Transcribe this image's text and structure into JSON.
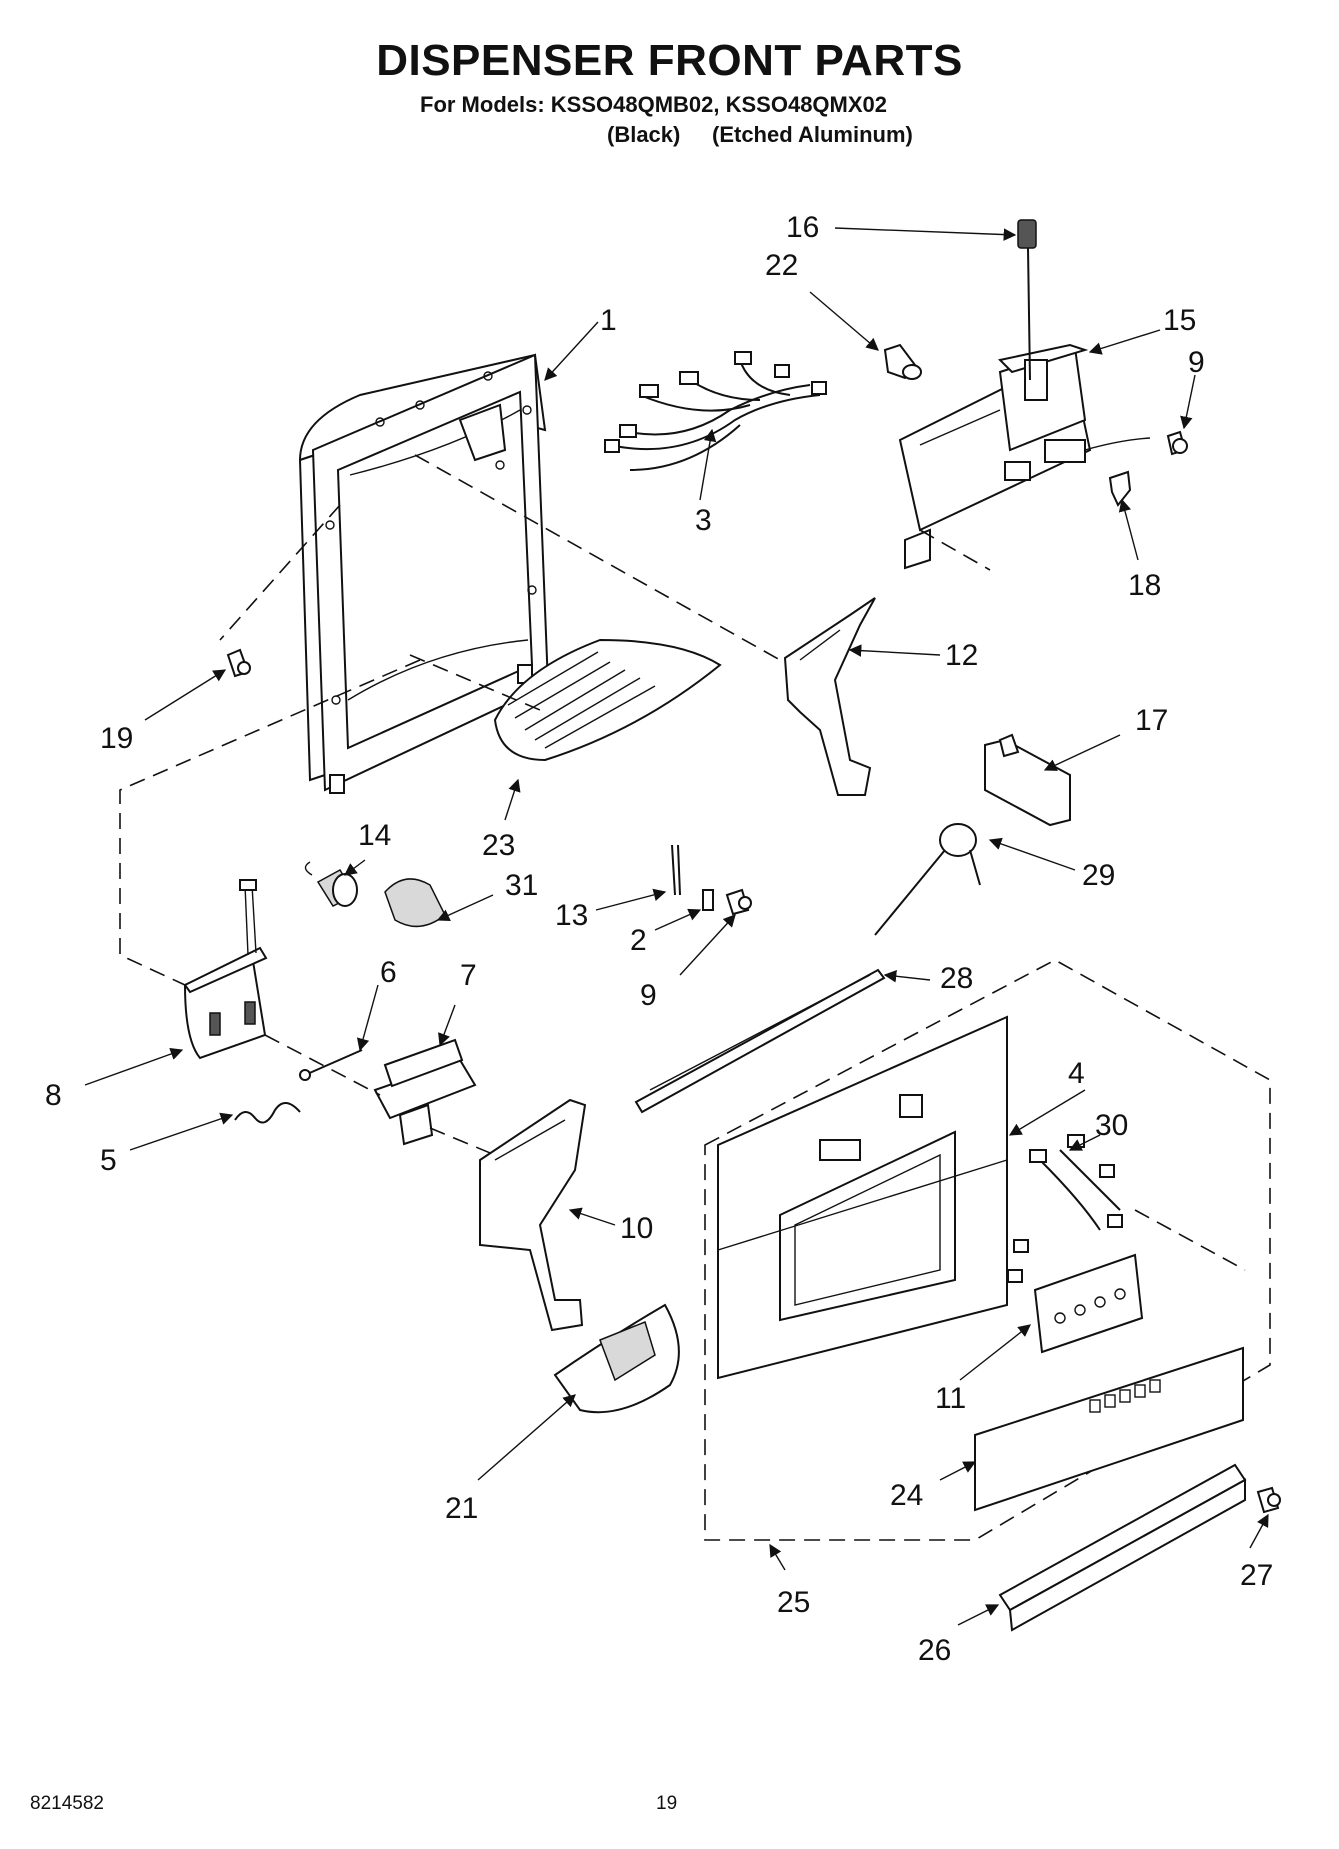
{
  "header": {
    "title": "DISPENSER FRONT PARTS",
    "models": "For Models: KSSO48QMB02, KSSO48QMX02",
    "finish_black": "(Black)",
    "finish_aluminum": "(Etched Aluminum)"
  },
  "callouts": {
    "c1": "1",
    "c2": "2",
    "c3": "3",
    "c4": "4",
    "c5": "5",
    "c6": "6",
    "c7": "7",
    "c8": "8",
    "c9a": "9",
    "c9b": "9",
    "c10": "10",
    "c11": "11",
    "c12": "12",
    "c13": "13",
    "c14": "14",
    "c15": "15",
    "c16": "16",
    "c17": "17",
    "c18": "18",
    "c19": "19",
    "c21": "21",
    "c22": "22",
    "c23": "23",
    "c24": "24",
    "c25": "25",
    "c26": "26",
    "c27": "27",
    "c28": "28",
    "c29": "29",
    "c30": "30",
    "c31": "31"
  },
  "footer": {
    "doc_number": "8214582",
    "page_number": "19"
  }
}
